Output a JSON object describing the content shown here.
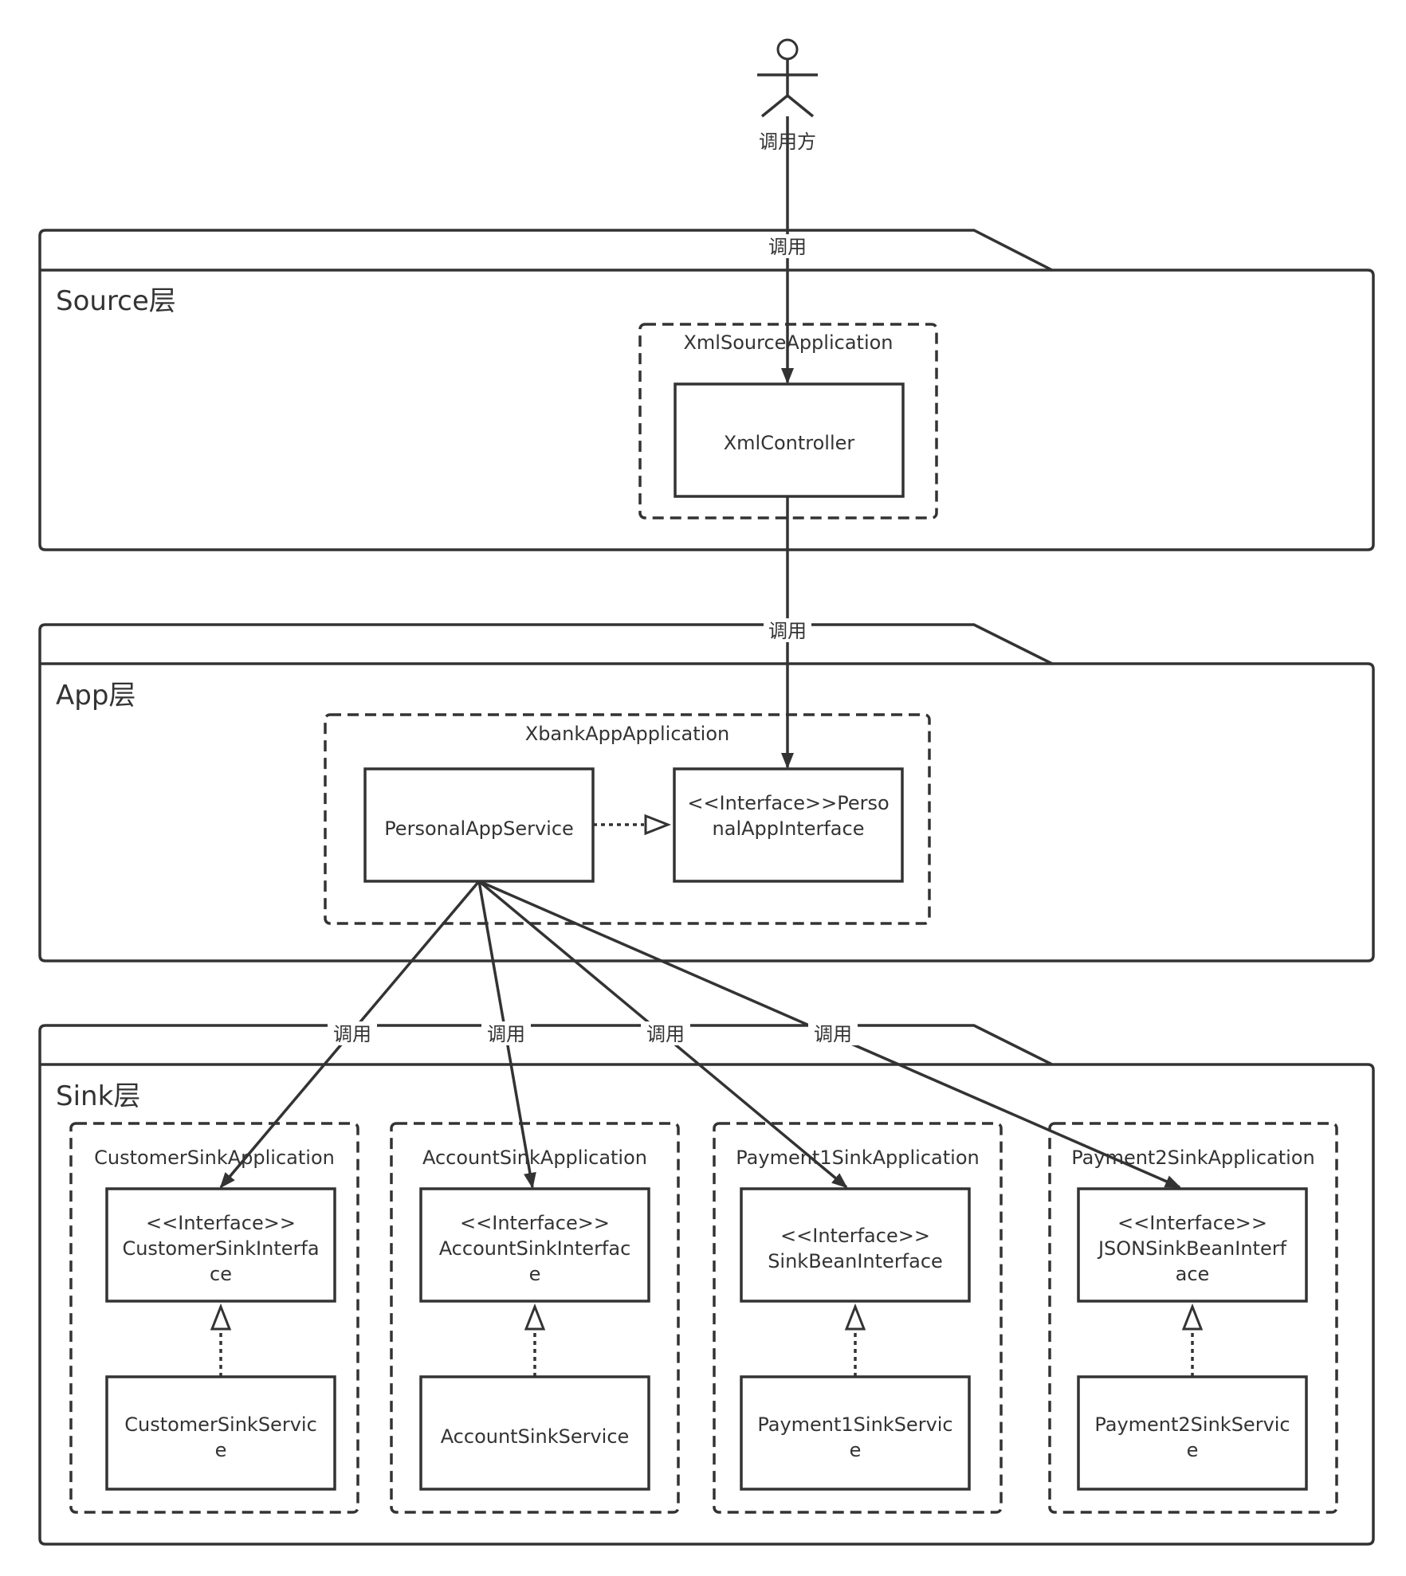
{
  "actor": {
    "label": "调用方"
  },
  "edge_label": "调用",
  "packages": {
    "source": {
      "title": "Source层",
      "app": {
        "title": "XmlSourceApplication",
        "box": [
          "XmlController"
        ]
      }
    },
    "app": {
      "title": "App层",
      "app": {
        "title": "XbankAppApplication",
        "service": [
          "PersonalAppService"
        ],
        "interface": [
          "<<Interface>>Perso",
          "nalAppInterface"
        ]
      }
    },
    "sink": {
      "title": "Sink层",
      "apps": [
        {
          "title": "CustomerSinkApplication",
          "interface": [
            "<<Interface>>",
            "CustomerSinkInterfa",
            "ce"
          ],
          "service": [
            "CustomerSinkServic",
            "e"
          ]
        },
        {
          "title": "AccountSinkApplication",
          "interface": [
            "<<Interface>>",
            "AccountSinkInterfac",
            "e"
          ],
          "service": [
            "AccountSinkService"
          ]
        },
        {
          "title": "Payment1SinkApplication",
          "interface": [
            "<<Interface>>",
            "SinkBeanInterface"
          ],
          "service": [
            "Payment1SinkServic",
            "e"
          ]
        },
        {
          "title": "Payment2SinkApplication",
          "interface": [
            "<<Interface>>",
            "JSONSinkBeanInterf",
            "ace"
          ],
          "service": [
            "Payment2SinkServic",
            "e"
          ]
        }
      ]
    }
  }
}
